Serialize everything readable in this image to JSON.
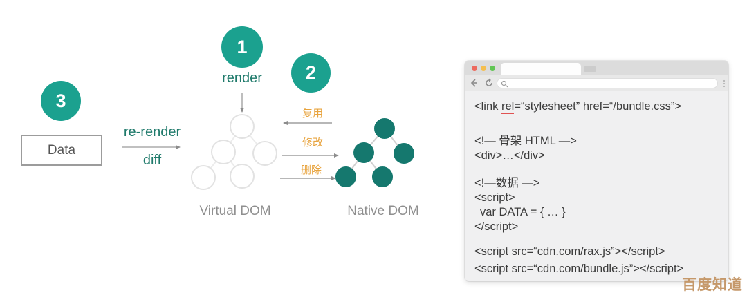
{
  "diagram": {
    "badges": [
      "1",
      "2",
      "3"
    ],
    "render_label": "render",
    "rerender_label": "re-render",
    "diff_label": "diff",
    "data_box_label": "Data",
    "virtual_dom_label": "Virtual DOM",
    "native_dom_label": "Native DOM",
    "diff_actions": [
      {
        "label": "复用",
        "direction": "left"
      },
      {
        "label": "修改",
        "direction": "right"
      },
      {
        "label": "删除",
        "direction": "right"
      }
    ],
    "colors": {
      "teal_badge": "#1BA18F",
      "teal_tree": "#15786E",
      "teal_text": "#1F7A6B",
      "orange_action": "#E8A43F",
      "gray_label": "#8F8F8F"
    }
  },
  "browser": {
    "link_line": {
      "prefix": "<link ",
      "rel": "rel",
      "suffix": "=“stylesheet” href=“/bundle.css”>"
    },
    "code_lines": {
      "skeleton_comment": "<!— 骨架 HTML —>",
      "div_line": "<div>…</div>",
      "data_comment": "<!—数据 —>",
      "script_open": "<script>",
      "var_line": "var DATA = { … }",
      "script_close": "</script>",
      "rax_line": "<script src=“cdn.com/rax.js”></script>",
      "bundle_line": "<script src=“cdn.com/bundle.js”></script>"
    }
  },
  "watermark": {
    "text": "百度知道",
    "color": "#C5986A"
  }
}
